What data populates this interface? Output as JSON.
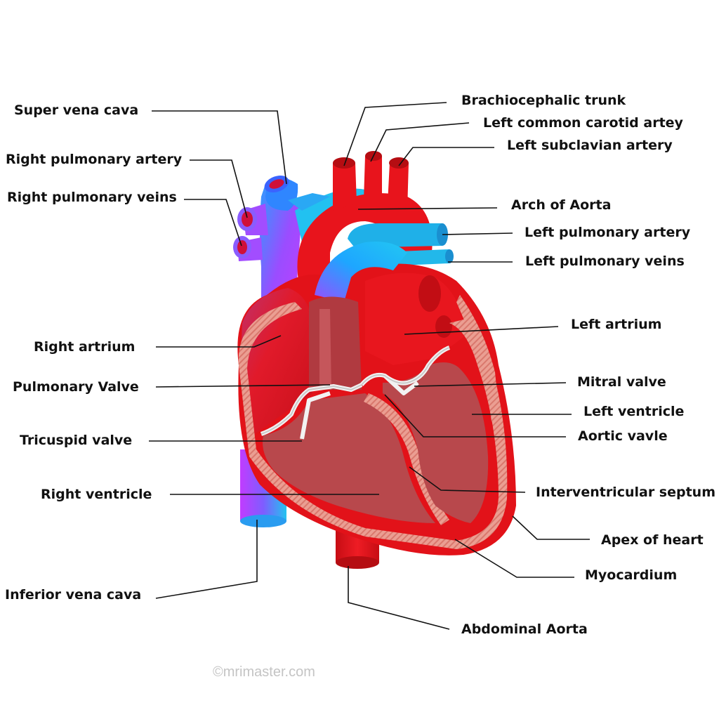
{
  "diagram": {
    "labels": {
      "superior_vena_cava": "Super vena cava",
      "right_pulmonary_artery": "Right pulmonary artery",
      "right_pulmonary_veins": "Right pulmonary veins",
      "right_atrium": "Right artrium",
      "pulmonary_valve": "Pulmonary Valve",
      "tricuspid_valve": "Tricuspid valve",
      "right_ventricle": "Right ventricle",
      "inferior_vena_cava": "Inferior vena cava",
      "brachiocephalic_trunk": "Brachiocephalic trunk",
      "left_common_carotid": "Left common carotid artey",
      "left_subclavian": "Left subclavian artery",
      "arch_of_aorta": "Arch of Aorta",
      "left_pulmonary_artery": "Left pulmonary artery",
      "left_pulmonary_veins": "Left pulmonary veins",
      "left_atrium": "Left artrium",
      "mitral_valve": "Mitral valve",
      "left_ventricle": "Left ventricle",
      "aortic_valve": "Aortic vavle",
      "interventricular_septum": "Interventricular septum",
      "apex_of_heart": "Apex of heart",
      "myocardium": "Myocardium",
      "abdominal_aorta": "Abdominal Aorta"
    },
    "watermark": "©mrimaster.com"
  },
  "colors": {
    "artery_red": "#e8141c",
    "dark_red": "#b50d12",
    "chamber_fill": "#b8484c",
    "chamber_light": "#c65a5d",
    "myocardium_stripe": "#e99a8e",
    "vein_blue": "#1fb7e8",
    "vein_purple": "#9b4dff",
    "valve_white": "#f4f4f4",
    "leader_line": "#111111"
  }
}
